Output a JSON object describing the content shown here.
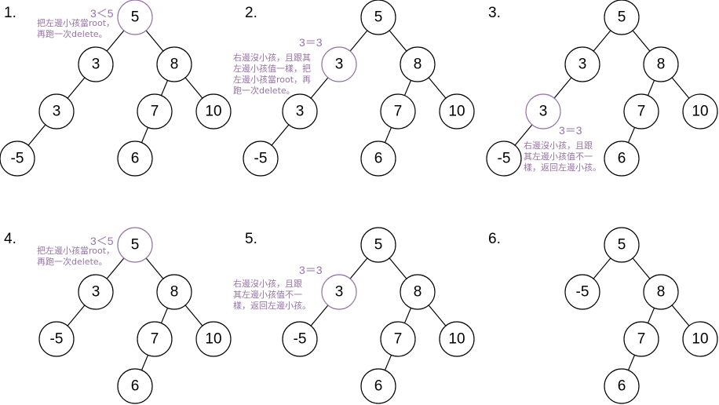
{
  "colors": {
    "highlight": "#9673a6",
    "stroke": "#000000",
    "background": "#ffffff"
  },
  "panels": [
    {
      "label": "1.",
      "nodes": [
        "5",
        "3",
        "8",
        "3",
        "7",
        "10",
        "-5",
        "6"
      ],
      "comparison": "3＜5",
      "note": [
        "把左邊小孩當root，",
        "再跑一次delete。"
      ]
    },
    {
      "label": "2.",
      "nodes": [
        "5",
        "3",
        "8",
        "3",
        "7",
        "10",
        "-5",
        "6"
      ],
      "comparison": "3＝3",
      "note": [
        "右邊沒小孩，且跟其",
        "左邊小孩值一樣，把",
        "左邊小孩當root，再",
        "跑一次delete。"
      ]
    },
    {
      "label": "3.",
      "nodes": [
        "5",
        "3",
        "8",
        "3",
        "7",
        "10",
        "-5",
        "6"
      ],
      "comparison": "3＝3",
      "note": [
        "右邊沒小孩，且跟",
        "其左邊小孩值不一",
        "樣，返回左邊小孩。"
      ]
    },
    {
      "label": "4.",
      "nodes": [
        "5",
        "3",
        "8",
        "-5",
        "7",
        "10",
        "6"
      ],
      "comparison": "3＜5",
      "note": [
        "把左邊小孩當root，",
        "再跑一次delete。"
      ]
    },
    {
      "label": "5.",
      "nodes": [
        "5",
        "3",
        "8",
        "-5",
        "7",
        "10",
        "6"
      ],
      "comparison": "3＝3",
      "note": [
        "右邊沒小孩，且跟",
        "其左邊小孩值不一",
        "樣，返回左邊小孩。"
      ]
    },
    {
      "label": "6.",
      "nodes": [
        "5",
        "-5",
        "8",
        "7",
        "10",
        "6"
      ],
      "comparison": "",
      "note": []
    }
  ]
}
